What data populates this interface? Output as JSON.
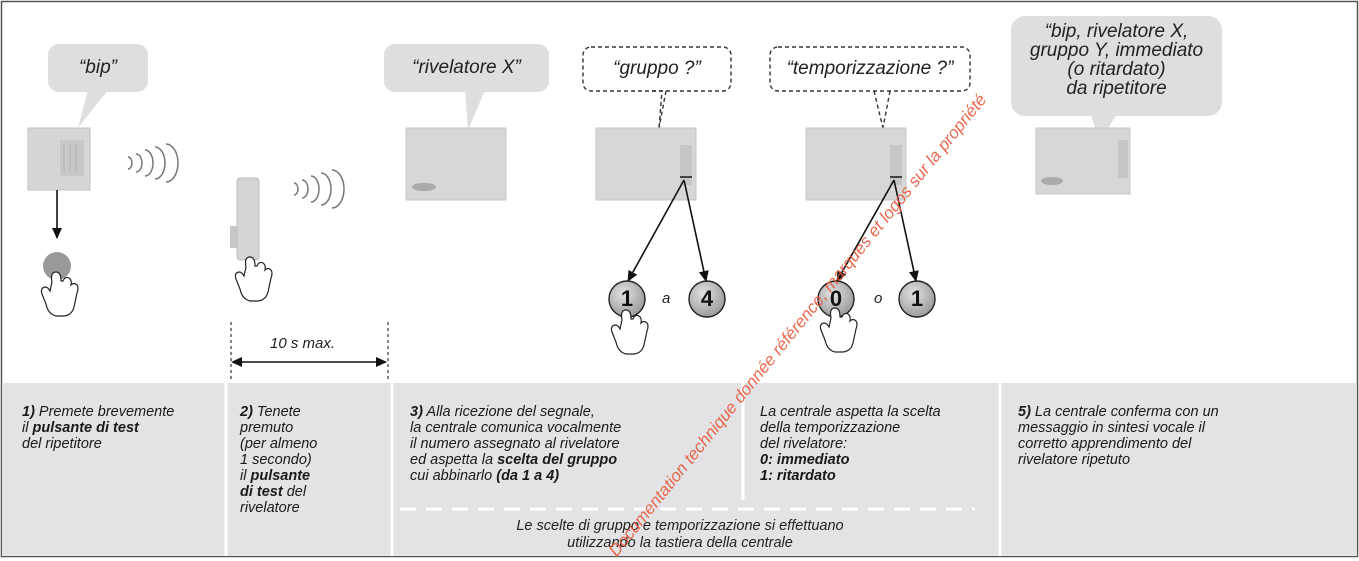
{
  "bubbles": {
    "bip": "“bip”",
    "rivelatore": "“rivelatore X”",
    "gruppo": "“gruppo ?”",
    "temporizzazione": "“temporizzazione ?”",
    "confirm_lines": [
      "“bip, rivelatore X,",
      "gruppo Y, immediato",
      "(o ritardato)",
      "da ripetitore"
    ]
  },
  "timing": "10 s max.",
  "keys": {
    "group_first": "1",
    "group_sep": "a",
    "group_last": "4",
    "delay_first": "0",
    "delay_sep": "o",
    "delay_last": "1"
  },
  "steps": {
    "s1": {
      "num": "1)",
      "line1": " Premete brevemente",
      "line2a": "il ",
      "line2b": "pulsante di test",
      "line3": "del ripetitore"
    },
    "s2": {
      "num": "2)",
      "line1": " Tenete",
      "line2": "premuto",
      "line3": "(per almeno",
      "line4": "1 secondo)",
      "line5a": "il ",
      "line5b": "pulsante",
      "line6a": "di test",
      "line6b": " del",
      "line7": "rivelatore"
    },
    "s3": {
      "num": "3)",
      "line1": " Alla ricezione del segnale,",
      "line2": "la centrale comunica vocalmente",
      "line3": "il numero assegnato al rivelatore",
      "line4a": "ed aspetta la ",
      "line4b": "scelta del gruppo",
      "line5a": "cui abbinarlo ",
      "line5b": "(da 1 a 4)"
    },
    "s4": {
      "line1": "La centrale aspetta la scelta",
      "line2": "della temporizzazione",
      "line3": "del rivelatore:",
      "line4": "0: immediato",
      "line5": "1: ritardato"
    },
    "s5": {
      "num": "5)",
      "line1": " La centrale conferma con un",
      "line2": "messaggio in sintesi vocale il",
      "line3": "corretto apprendimento del",
      "line4": "rivelatore ripetuto"
    }
  },
  "bottom_note": [
    "Le scelte di gruppo e temporizzazione si effettuano",
    "utilizzando la tastiera della centrale"
  ],
  "watermark": "Documentation technique donnée référence, marques et logos sur la propriété",
  "colors": {
    "panel": "#e3e3e5",
    "device": "#d6d6d6",
    "key": "#b9b9b9",
    "watermark": "#e8593c"
  }
}
